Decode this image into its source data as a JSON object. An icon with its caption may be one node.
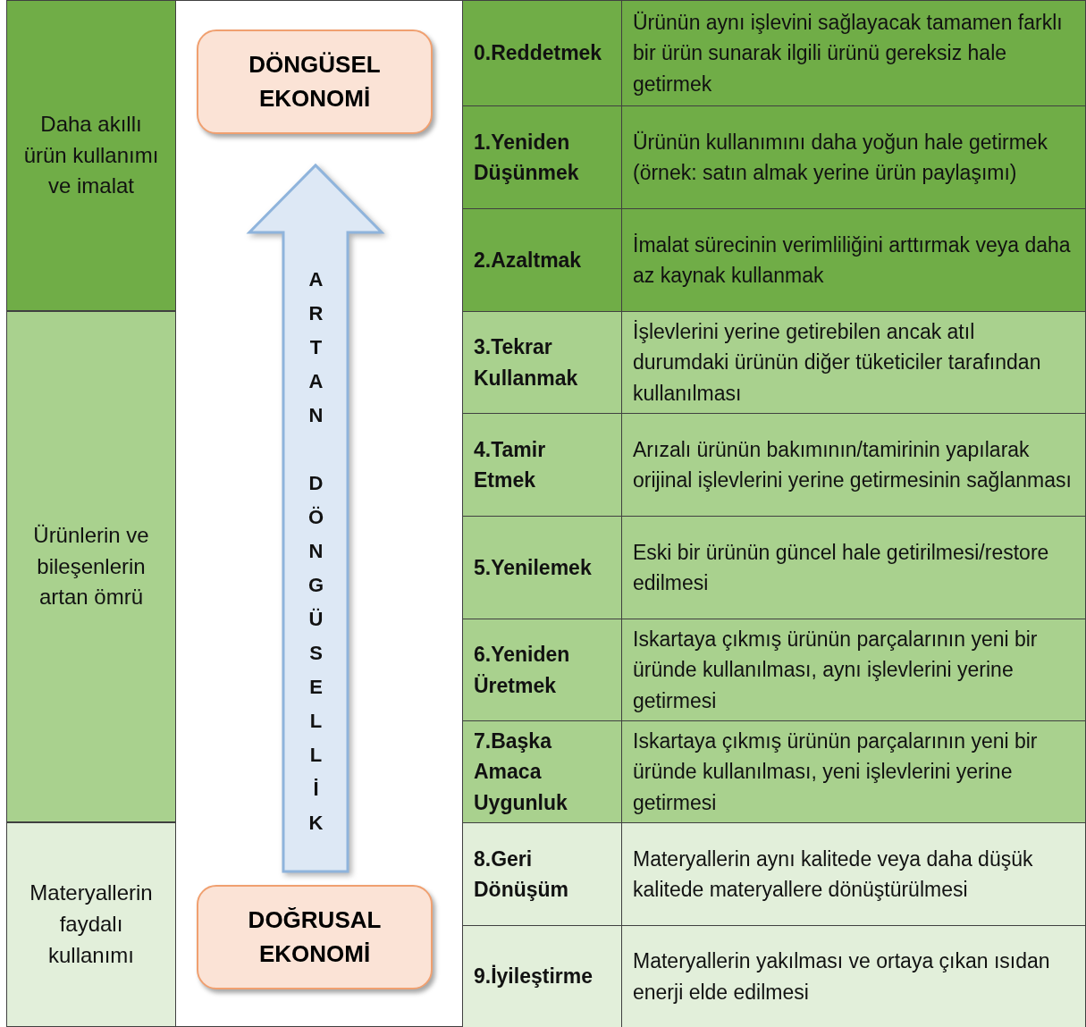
{
  "diagram": {
    "nodes": [
      {
        "text": [
          "DÖNGÜSEL EKONOMİ"
        ]
      },
      {
        "text": [
          "DOĞRUSAL EKONOMİ"
        ]
      }
    ],
    "edges": [
      {
        "from": 1,
        "to": 0,
        "arrow": "to",
        "label": "ARTAN DÖNGÜSELLİK"
      }
    ],
    "labels": [
      "Daha akıllı ürün kullanımı ve imalat",
      "0.Reddetmek",
      "Ürünün aynı işlevini sağlayacak tamamen farklı bir ürün sunarak ilgili ürünü gereksiz hale getirmek",
      "1.Yeniden Düşünmek",
      "Ürünün kullanımını daha yoğun hale getirmek (örnek: satın almak yerine ürün paylaşımı)",
      "2.Azaltmak",
      "İmalat sürecinin verimliliğini arttırmak veya daha az kaynak kullanmak",
      "Ürünlerin ve bileşenlerin artan ömrü",
      "3.Tekrar Kullanmak",
      "İşlevlerini yerine getirebilen ancak atıl durumdaki ürünün diğer tüketiciler tarafından kullanılması",
      "4.Tamir Etmek",
      "Arızalı ürünün bakımının/tamirinin yapılarak orijinal işlevlerini yerine getirmesinin sağlanması",
      "5.Yenilemek",
      "Eski bir ürünün güncel hale getirilmesi/restore edilmesi",
      "6.Yeniden Üretmek",
      "Iskartaya çıkmış ürünün parçalarının yeni bir üründe kullanılması, aynı işlevlerini yerine getirmesi",
      "7.Başka Amaca Uygunluk",
      "Iskartaya çıkmış ürünün parçalarının yeni bir üründe kullanılması, yeni işlevlerini yerine getirmesi",
      "Materyallerin faydalı kullanımı",
      "8.Geri Dönüşüm",
      "Materyallerin aynı kalitede veya daha düşük kalitede materyallere dönüştürülmesi",
      "9.İyileştirme",
      "Materyallerin yakılması ve ortaya çıkan ısıdan enerji elde edilmesi"
    ]
  }
}
